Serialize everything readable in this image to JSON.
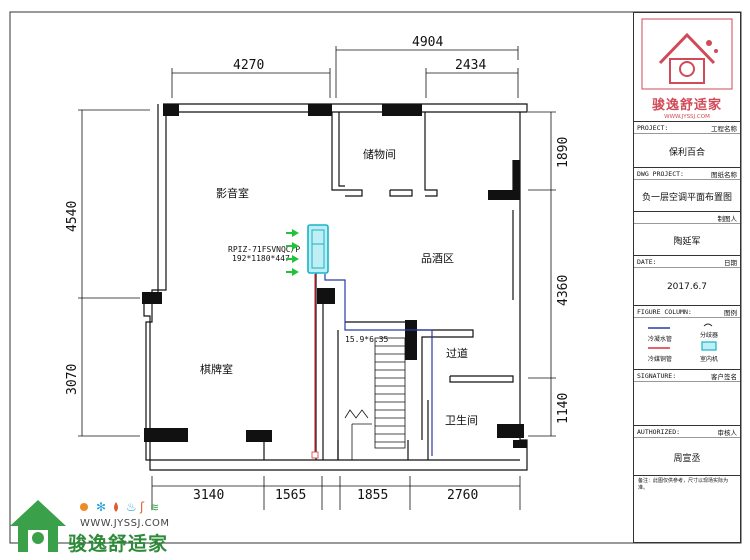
{
  "dims": {
    "top_overall": "4904",
    "top_left": "4270",
    "top_right": "2434",
    "left_upper": "4540",
    "left_lower": "3070",
    "right_top": "1890",
    "right_mid": "4360",
    "right_bottom": "1140",
    "bottom_1": "3140",
    "bottom_2": "1565",
    "bottom_3": "1855",
    "bottom_4": "2760"
  },
  "rooms": {
    "storage": "储物间",
    "theater": "影音室",
    "wine": "品酒区",
    "chess": "棋牌室",
    "corridor": "过道",
    "bathroom": "卫生间"
  },
  "unit": {
    "model": "RPIZ-71FSVNQC/P",
    "size": "192*1180*447"
  },
  "pipe_spec": "15.9*6.35",
  "title_block": {
    "brand_name": "骏逸舒适家",
    "brand_url": "WWW.JYSSJ.COM",
    "project_key": "PROJECT:",
    "project_key_cn": "工程名称",
    "project_value": "保利百合",
    "dwg_key": "DWG PROJECT:",
    "dwg_key_cn": "图纸名称",
    "dwg_value": "负一层空调平面布置图",
    "drawer_key_cn": "制图人",
    "drawer_value": "陶延军",
    "date_key": "DATE:",
    "date_key_cn": "日期",
    "date_value": "2017.6.7",
    "figure_key": "FIGURE COLUMN:",
    "figure_key_cn": "图例",
    "legend_pipe": "冷凝水管",
    "legend_splitter": "分歧器",
    "legend_refrig": "冷媒铜管",
    "legend_indoor": "室内机",
    "signature_key": "SIGNATURE:",
    "signature_key_cn": "客户签名",
    "auth_key": "AUTHORIZED:",
    "auth_key_cn": "审核人",
    "auth_value": "周宣丞",
    "note": "备注：此图仅供参考，尺寸以现场实际为准。"
  },
  "brand_bottom": {
    "url": "WWW.JYSSJ.COM",
    "name": "骏逸舒适家"
  },
  "colors": {
    "wall": "#111111",
    "refrigerant": "#d9323c",
    "condensate": "#2a3aa6",
    "unit": "#18b3c9",
    "airflow": "#22c23b",
    "brand_red": "#d04a57",
    "brand_green": "#2e8b3a"
  }
}
